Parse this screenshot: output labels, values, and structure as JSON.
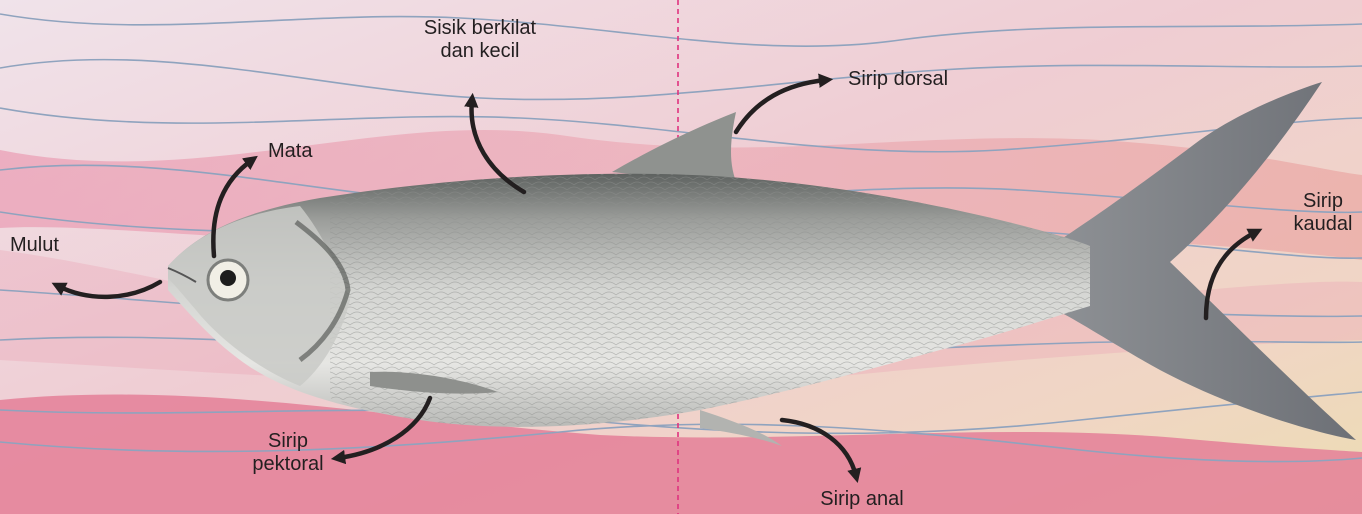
{
  "labels": {
    "scales": "Sisik berkilat dan kecil",
    "scales_line1": "Sisik berkilat",
    "scales_line2": "dan kecil",
    "dorsal": "Sirip dorsal",
    "eye": "Mata",
    "mouth": "Mulut",
    "caudal_line1": "Sirip",
    "caudal_line2": "kaudal",
    "pectoral_line1": "Sirip",
    "pectoral_line2": "pektoral",
    "anal": "Sirip anal"
  },
  "colors": {
    "background_light": "#f2dede",
    "background_pink": "#e88da6",
    "background_yellow": "#eddcb1",
    "wave_line": "#8fa3be",
    "divider": "#e0337f",
    "arrow": "#231f20",
    "text": "#231f20"
  }
}
